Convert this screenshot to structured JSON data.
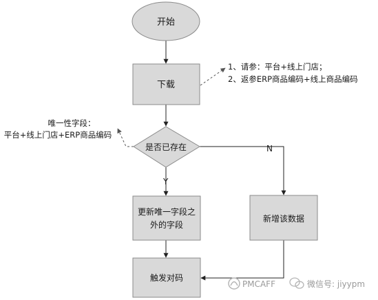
{
  "nodes": {
    "start": "开始",
    "download": "下载",
    "decision": "是否已存在",
    "update_line1": "更新唯一字段之",
    "update_line2": "外的字段",
    "insert": "新增该数据",
    "trigger": "触发对码"
  },
  "edges": {
    "no": "N",
    "yes": "Y"
  },
  "notes": {
    "download_line1": "1、请参：平台+线上门店；",
    "download_line2": "2、返参ERP商品编码+线上商品编码",
    "unique_line1": "唯一性字段：",
    "unique_line2": "平台+线上门店+ERP商品编码"
  },
  "watermark": {
    "left": "PMCAFF",
    "right": "微信号: jiyypm"
  }
}
